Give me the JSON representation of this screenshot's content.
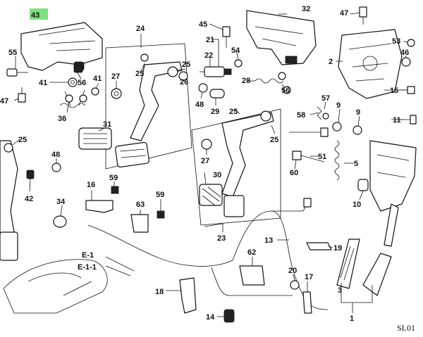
{
  "highlight_color": "#7ee07e",
  "callouts": {
    "c43": "43",
    "c55": "55",
    "c47a": "47",
    "c41a": "41",
    "c56": "56",
    "c36": "36",
    "c24": "24",
    "c27a": "27",
    "c25a": "25",
    "c41b": "41",
    "c25b": "25",
    "c26": "26",
    "c31": "31",
    "c45": "45",
    "c21": "21",
    "c54": "54",
    "c22": "22",
    "c32": "32",
    "c47b": "47",
    "c53": "53",
    "c2": "2",
    "c46": "46",
    "c15": "15",
    "c28": "28",
    "c56b": "56",
    "c48a": "48",
    "c29": "29",
    "c25c": "25",
    "c25d": "25",
    "c27b": "27",
    "c30": "30",
    "c23": "23",
    "c57": "57",
    "c9a": "9",
    "c58": "58",
    "c9b": "9",
    "c11": "11",
    "c51": "51",
    "c60": "60",
    "c5": "5",
    "c10": "10",
    "c25e": "25",
    "c48b": "48",
    "c42": "42",
    "c34": "34",
    "c16": "16",
    "c59a": "59",
    "c59b": "59",
    "c63": "63",
    "c13": "13",
    "c19": "19",
    "c62": "62",
    "c20": "20",
    "c17": "17",
    "c3": "3",
    "c1": "1",
    "c18": "18",
    "c14": "14"
  },
  "refs": {
    "e1": "E-1",
    "e11": "E-1-1"
  },
  "diagram_code": "SL01"
}
